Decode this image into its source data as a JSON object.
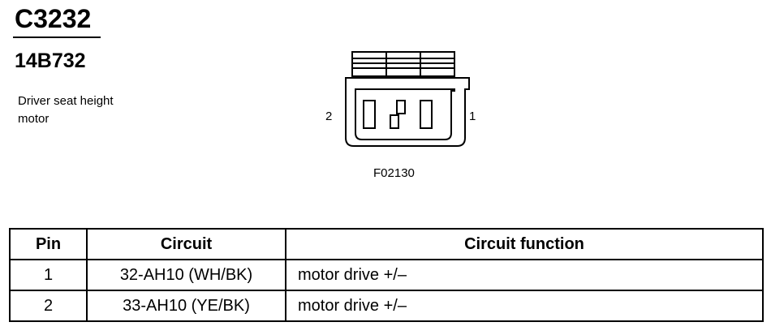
{
  "header": {
    "connector_id": "C3232",
    "part_number": "14B732",
    "description_line1": "Driver seat height",
    "description_line2": "motor"
  },
  "diagram": {
    "pin_left_label": "2",
    "pin_right_label": "1",
    "figure_id": "F02130"
  },
  "table": {
    "columns": [
      "Pin",
      "Circuit",
      "Circuit function"
    ],
    "rows": [
      {
        "pin": "1",
        "circuit": "32-AH10 (WH/BK)",
        "function": "motor drive +/–"
      },
      {
        "pin": "2",
        "circuit": "33-AH10 (YE/BK)",
        "function": "motor drive +/–"
      }
    ]
  }
}
